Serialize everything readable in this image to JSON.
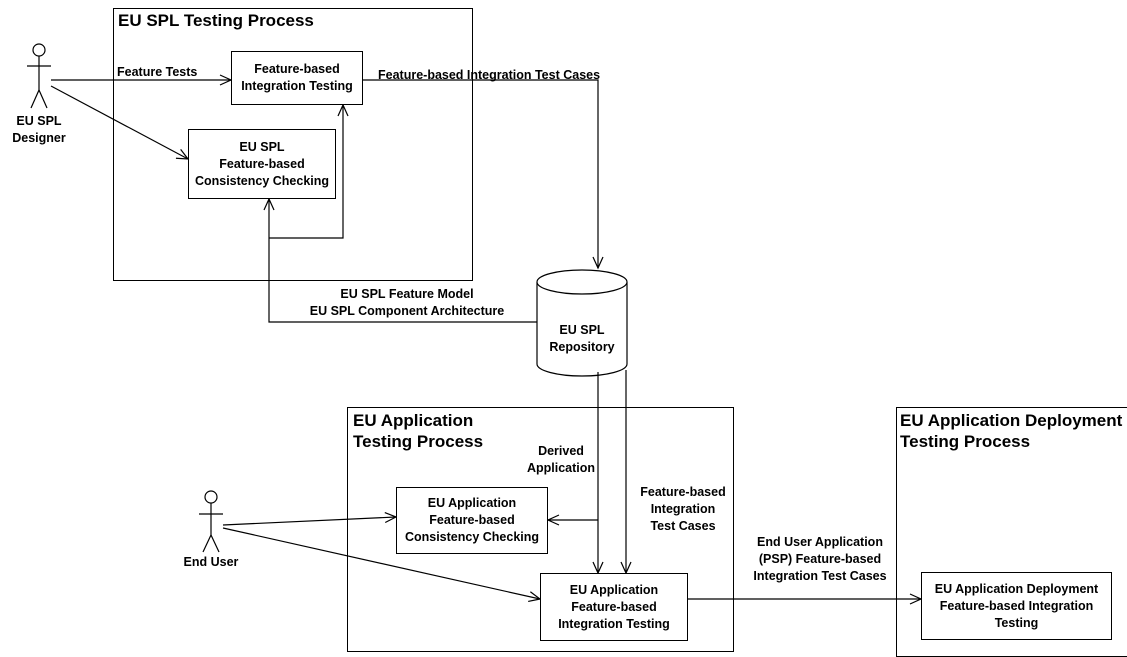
{
  "frames": {
    "spl_process": "EU SPL Testing Process",
    "app_process": "EU Application\nTesting Process",
    "deploy_process": "EU Application Deployment\nTesting Process"
  },
  "actors": {
    "designer": "EU SPL\nDesigner",
    "end_user": "End User"
  },
  "nodes": {
    "spl_integration": "Feature-based\nIntegration Testing",
    "spl_consistency": "EU SPL\nFeature-based\nConsistency Checking",
    "repository": "EU SPL Repository",
    "app_consistency": "EU Application\nFeature-based\nConsistency Checking",
    "app_integration": "EU Application\nFeature-based\nIntegration Testing",
    "deploy_integration": "EU Application Deployment\nFeature-based Integration\nTesting"
  },
  "edge_labels": {
    "feature_tests": "Feature Tests",
    "integration_test_cases": "Feature-based Integration Test Cases",
    "model_architecture": "EU SPL Feature Model\nEU SPL Component Architecture",
    "derived_application": "Derived\nApplication",
    "app_test_cases": "Feature-based\nIntegration\nTest Cases",
    "end_user_test_cases": "End User Application\n(PSP) Feature-based\nIntegration Test Cases"
  }
}
